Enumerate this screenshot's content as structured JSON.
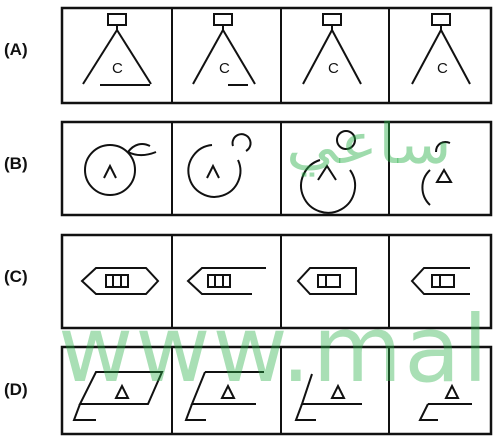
{
  "rows": [
    {
      "label": "(A)"
    },
    {
      "label": "(B)"
    },
    {
      "label": "(C)"
    },
    {
      "label": "(D)"
    }
  ],
  "cell_letter": "C",
  "watermark": {
    "arabic": "ساعي",
    "url": "www.mal"
  },
  "colors": {
    "ink": "#111111",
    "watermark": "#28af46"
  }
}
